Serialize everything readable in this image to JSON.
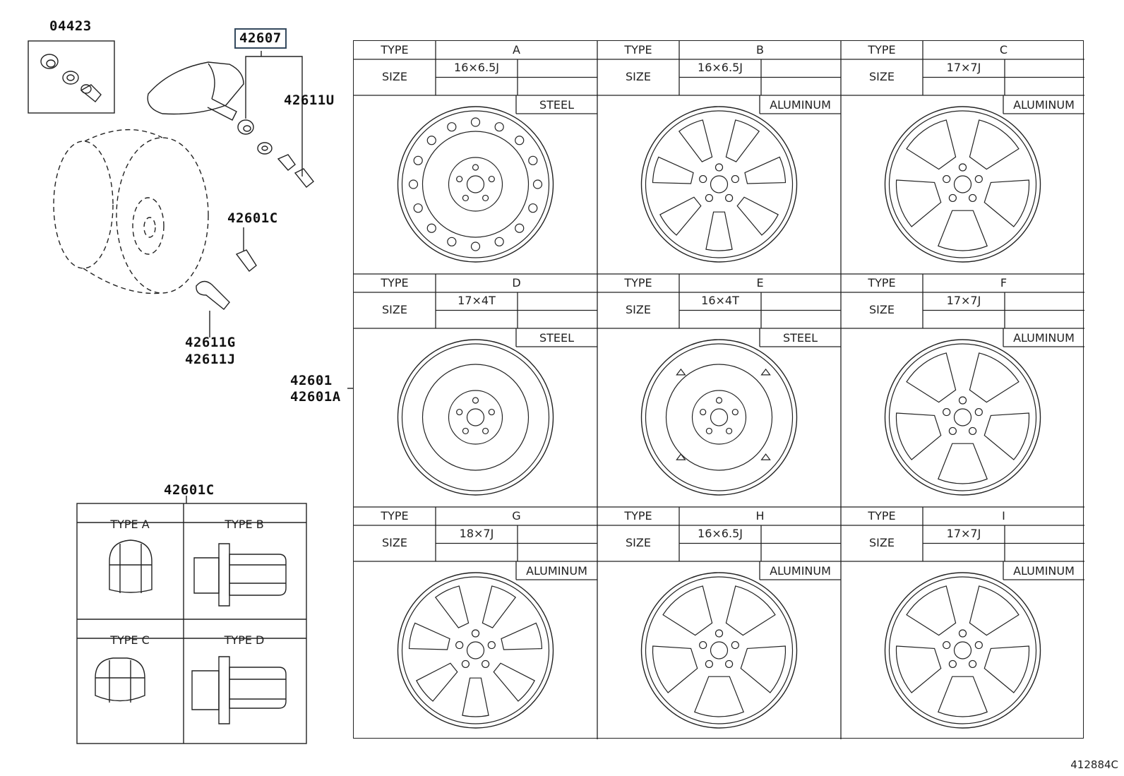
{
  "callouts": {
    "p04423": "04423",
    "p42607": "42607",
    "p42611u": "42611U",
    "p42601c": "42601C",
    "p42611g": "42611G",
    "p42611j": "42611J",
    "p42601": "42601",
    "p42601a": "42601A",
    "p42601c_nut": "42601C"
  },
  "nut_types": {
    "a": "TYPE A",
    "b": "TYPE B",
    "c": "TYPE C",
    "d": "TYPE D"
  },
  "wheel_table": {
    "type_label": "TYPE",
    "size_label": "SIZE",
    "wheels": [
      {
        "type": "A",
        "size": "16×6.5J",
        "material": "STEEL"
      },
      {
        "type": "B",
        "size": "16×6.5J",
        "material": "ALUMINUM"
      },
      {
        "type": "C",
        "size": "17×7J",
        "material": "ALUMINUM"
      },
      {
        "type": "D",
        "size": "17×4T",
        "material": "STEEL"
      },
      {
        "type": "E",
        "size": "16×4T",
        "material": "STEEL"
      },
      {
        "type": "F",
        "size": "17×7J",
        "material": "ALUMINUM"
      },
      {
        "type": "G",
        "size": "18×7J",
        "material": "ALUMINUM"
      },
      {
        "type": "H",
        "size": "16×6.5J",
        "material": "ALUMINUM"
      },
      {
        "type": "I",
        "size": "17×7J",
        "material": "ALUMINUM"
      }
    ]
  },
  "illustration_code": "412884C"
}
